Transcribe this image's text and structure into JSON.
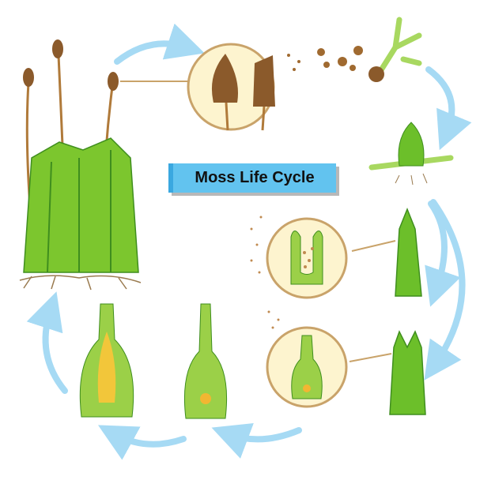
{
  "title": "Moss Life Cycle",
  "colors": {
    "arrow": "#a6daf4",
    "title_bg": "#62c3ef",
    "leaf": "#6cbf2a",
    "leaf_dark": "#3f8e1e",
    "capsule": "#8b5a2b",
    "circle_bg": "#fdf4cf",
    "circle_border": "#c9a36a"
  },
  "stages": [
    {
      "name": "mature-moss-with-sporophytes"
    },
    {
      "name": "spore-capsule-closeup"
    },
    {
      "name": "spores-release"
    },
    {
      "name": "protonema"
    },
    {
      "name": "young-gametophyte"
    },
    {
      "name": "male-gametophyte"
    },
    {
      "name": "female-gametophyte"
    },
    {
      "name": "fertilization"
    },
    {
      "name": "developing-sporophyte"
    }
  ]
}
